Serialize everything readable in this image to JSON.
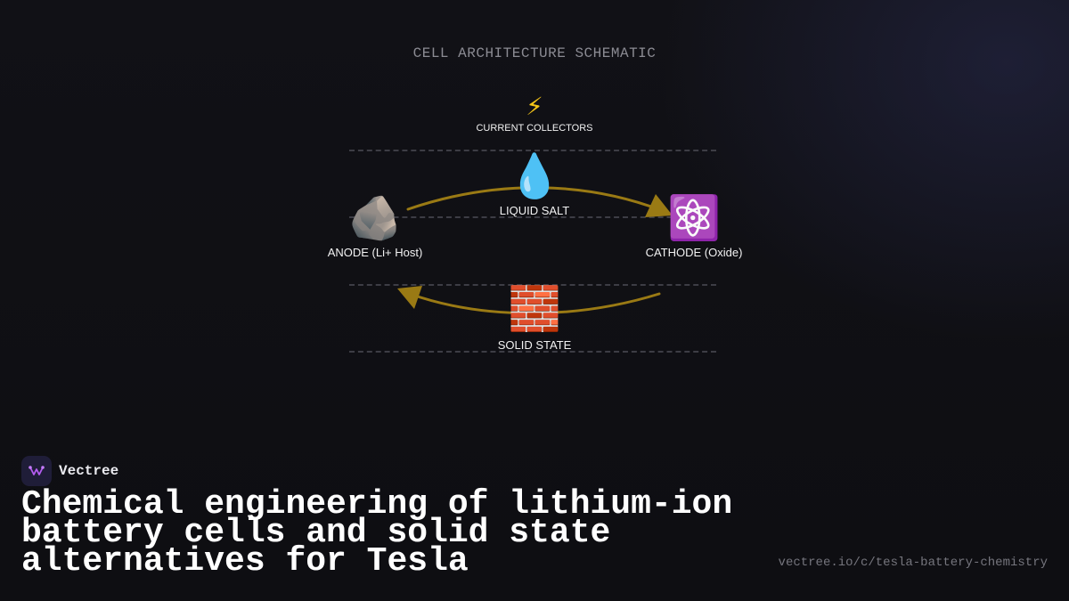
{
  "diagram": {
    "title": "CELL ARCHITECTURE SCHEMATIC",
    "arrow_color": "#9a7a14",
    "nodes": {
      "collectors": {
        "icon": "⚡",
        "icon_name": "lightning-icon",
        "label": "CURRENT COLLECTORS"
      },
      "liquid": {
        "icon": "💧",
        "icon_name": "droplet-icon",
        "label": "LIQUID SALT"
      },
      "anode": {
        "icon": "🪨",
        "icon_name": "rock-icon",
        "label": "ANODE (Li+ Host)"
      },
      "cathode": {
        "icon": "⚛️",
        "icon_name": "atom-icon",
        "label": "CATHODE (Oxide)"
      },
      "solid": {
        "icon": "🧱",
        "icon_name": "brick-icon",
        "label": "SOLID STATE"
      }
    }
  },
  "brand": {
    "name": "Vectree",
    "logo_icon": "vectree-logo-icon",
    "accent": "#b45cf0"
  },
  "headline": "Chemical engineering of lithium-ion battery cells and solid state alternatives for Tesla",
  "url": "vectree.io/c/tesla-battery-chemistry"
}
